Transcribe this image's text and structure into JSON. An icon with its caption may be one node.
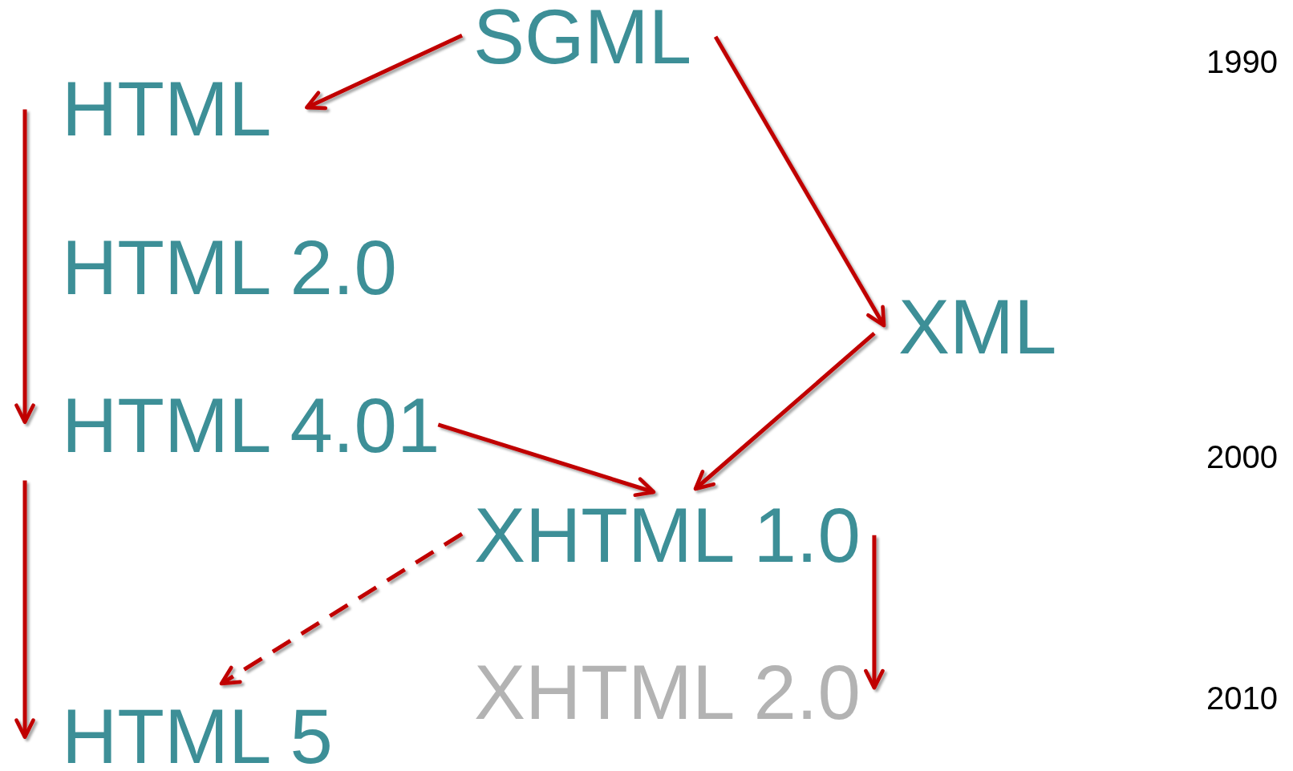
{
  "diagram": {
    "nodes": [
      {
        "text": [
          "SGML"
        ]
      },
      {
        "text": [
          "HTML"
        ]
      },
      {
        "text": [
          "HTML 2.0"
        ]
      },
      {
        "text": [
          "HTML 4.01"
        ]
      },
      {
        "text": [
          "XML"
        ]
      },
      {
        "text": [
          "XHTML 1.0"
        ]
      },
      {
        "text": [
          "XHTML 2.0"
        ]
      },
      {
        "text": [
          "HTML 5"
        ]
      }
    ],
    "edges": [
      {
        "from": 0,
        "to": 1,
        "arrow": "to"
      },
      {
        "from": 0,
        "to": 4,
        "arrow": "to"
      },
      {
        "from": 1,
        "to": 3,
        "arrow": "to"
      },
      {
        "from": 3,
        "to": 7,
        "arrow": "to"
      },
      {
        "from": 4,
        "to": 5,
        "arrow": "to"
      },
      {
        "from": 3,
        "to": 5,
        "arrow": "to"
      },
      {
        "from": 5,
        "to": 7,
        "arrow": "to",
        "style": "dashed"
      },
      {
        "from": 5,
        "to": 6,
        "arrow": "to"
      }
    ],
    "labels": [
      "1990",
      "2000",
      "2010"
    ]
  }
}
